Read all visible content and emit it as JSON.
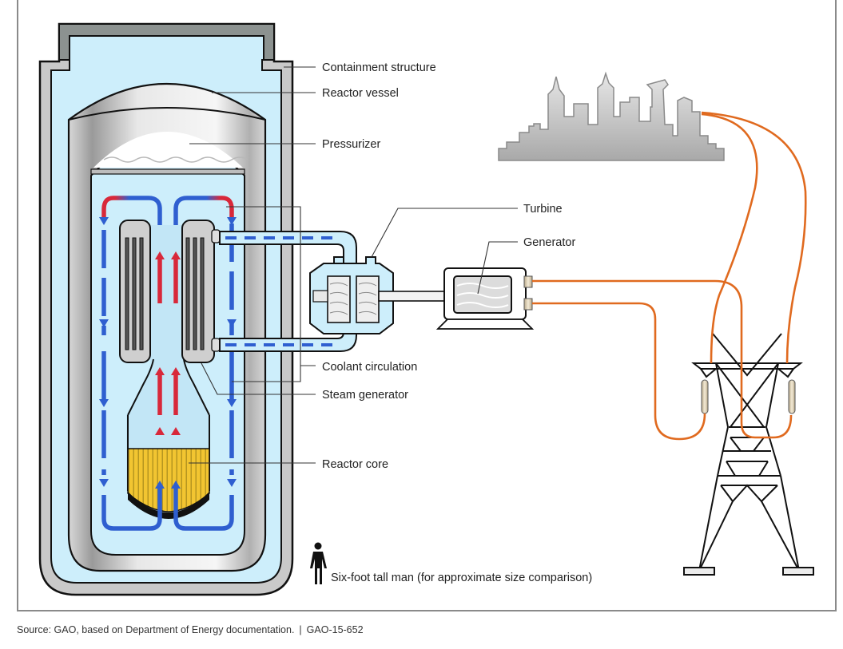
{
  "labels": {
    "containment_structure": "Containment structure",
    "reactor_vessel": "Reactor vessel",
    "pressurizer": "Pressurizer",
    "turbine": "Turbine",
    "generator": "Generator",
    "coolant_circulation": "Coolant circulation",
    "steam_generator": "Steam generator",
    "reactor_core": "Reactor core",
    "man": "Six-foot tall man (for approximate size comparison)"
  },
  "footer": {
    "source": "Source: GAO, based on Department of Energy documentation.",
    "separator": "|",
    "report_id": "GAO-15-652"
  },
  "colors": {
    "coolant_cold": "#2f5fd0",
    "coolant_hot": "#d8283a",
    "water": "#cdeefb",
    "core_fuel": "#f2c531",
    "power_line": "#e06a1f",
    "containment_roof": "#8c9290",
    "steel": "#c8c8c8"
  },
  "icons": {
    "man": "person-silhouette-icon",
    "city": "city-skyline-icon",
    "tower": "transmission-tower-icon"
  }
}
